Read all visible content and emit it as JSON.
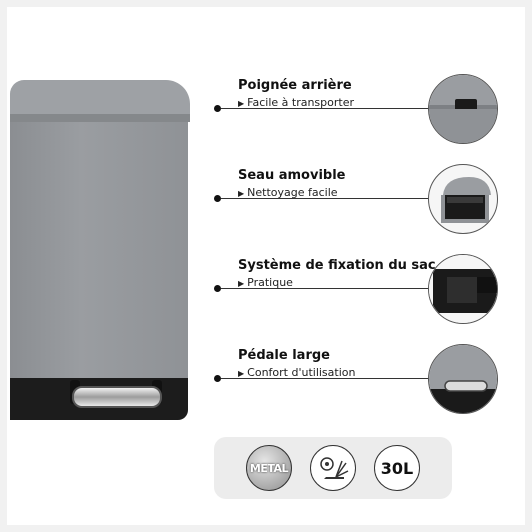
{
  "features": [
    {
      "title": "Poignée arrière",
      "subtitle": "Facile à transporter",
      "icon": "handle-closeup"
    },
    {
      "title": "Seau amovible",
      "subtitle": "Nettoyage facile",
      "icon": "removable-bucket-closeup"
    },
    {
      "title": "Système de fixation du sac",
      "subtitle": "Pratique",
      "icon": "bag-fixing-closeup"
    },
    {
      "title": "Pédale large",
      "subtitle": "Confort d'utilisation",
      "icon": "pedal-closeup"
    }
  ],
  "badges": {
    "material": "METAL",
    "mechanism_icon": "soft-close-lid-icon",
    "volume": "30L"
  },
  "colors": {
    "bin_body": "#9a9da1",
    "bin_base": "#1c1c1c",
    "badge_panel": "#ececec"
  }
}
